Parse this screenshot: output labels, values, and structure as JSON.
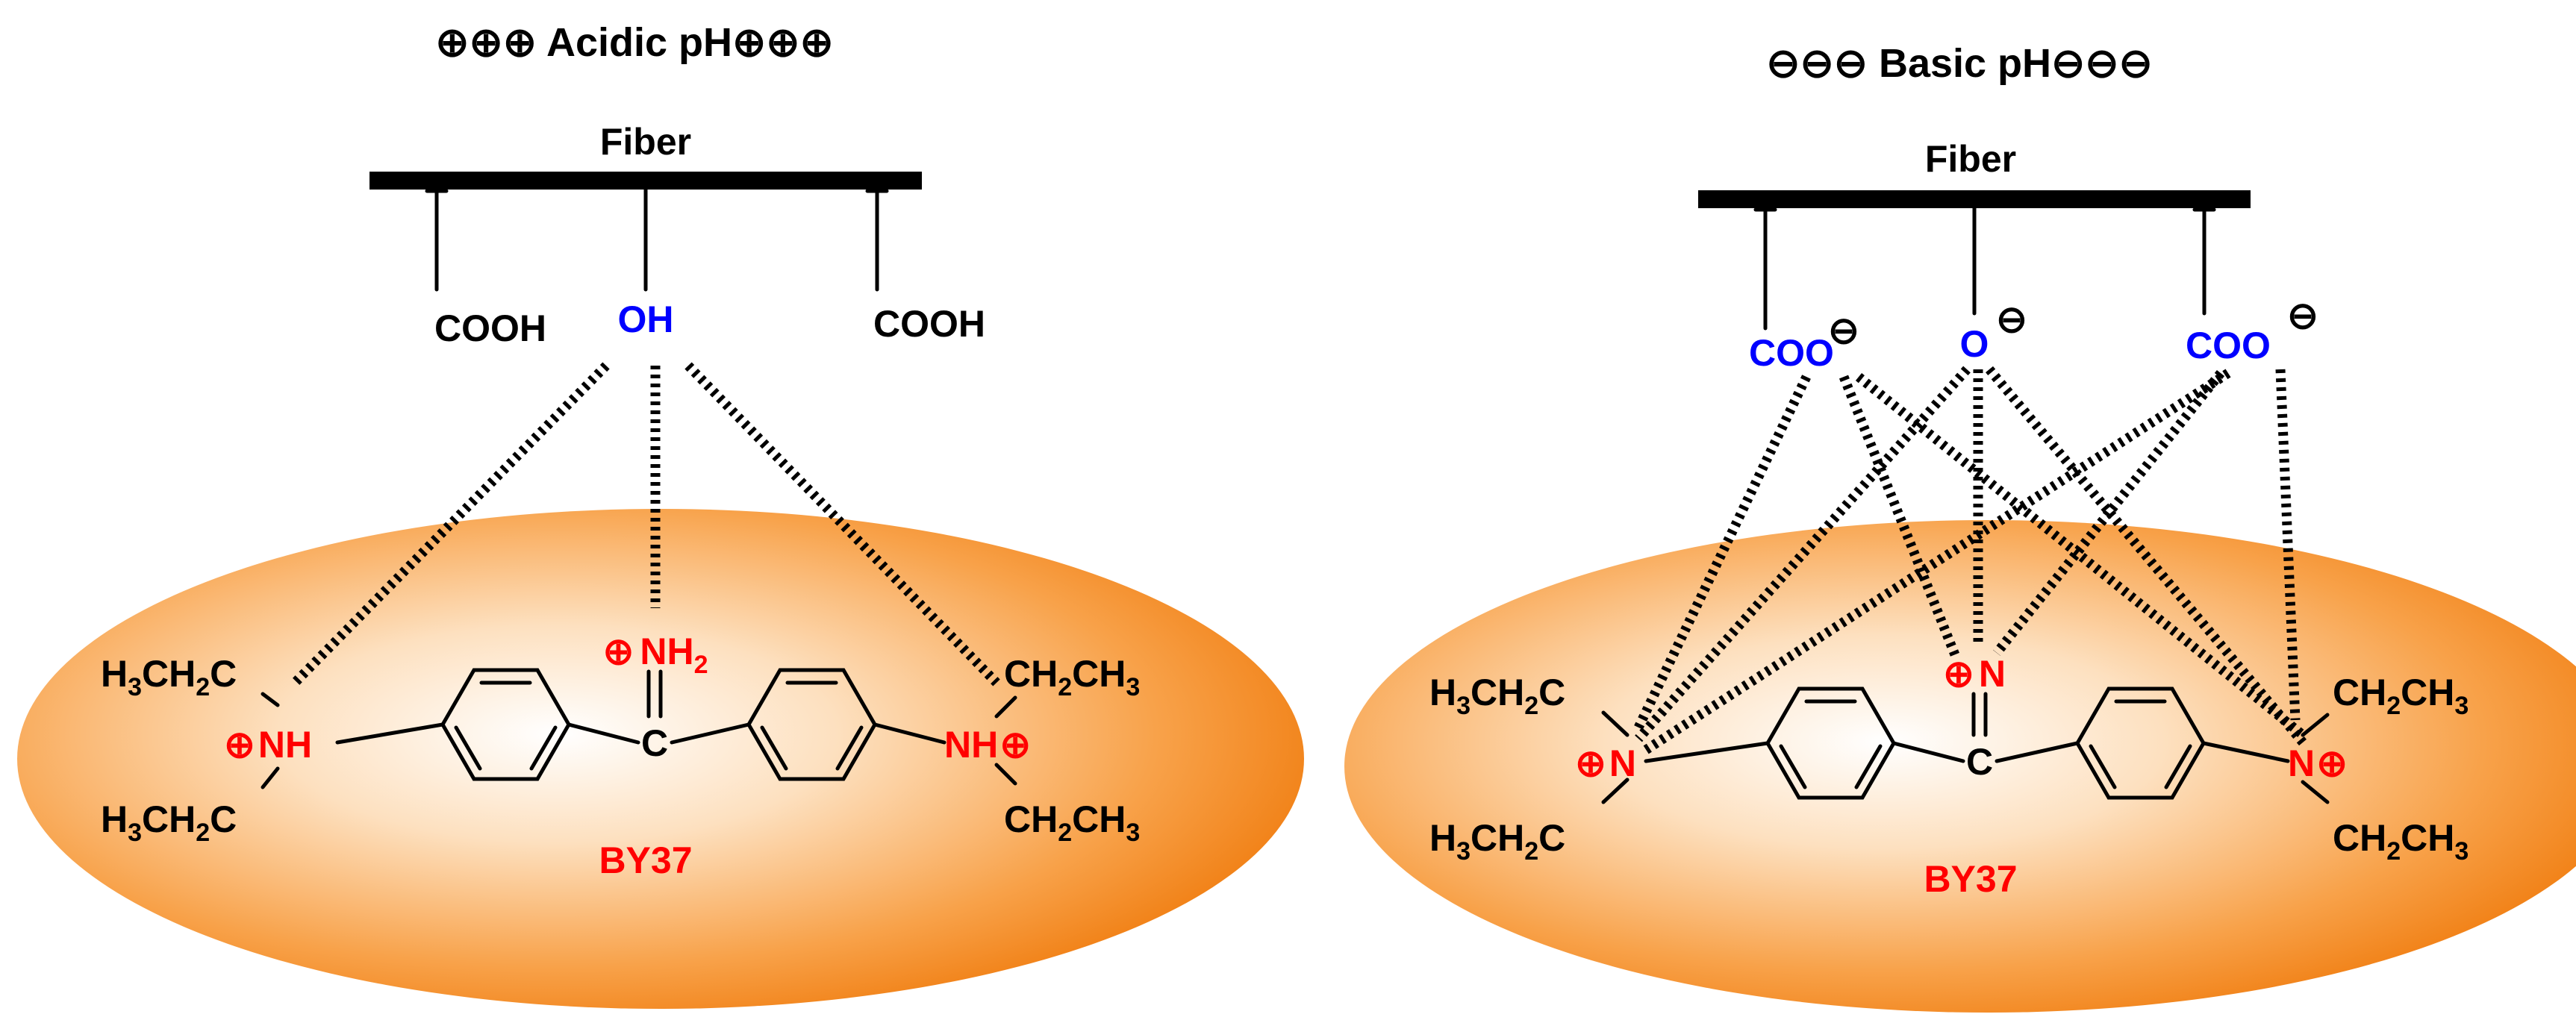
{
  "panels": [
    {
      "title": "⊕⊕⊕ Acidic pH⊕⊕⊕",
      "fiber": "Fiber",
      "groups": [
        "COOH",
        "OH",
        "COOH"
      ],
      "dye_label": "BY37",
      "left_top": "H3CH2C",
      "left_bottom": "H3CH2C",
      "right_top": "CH2CH3",
      "right_bottom": "CH2CH3",
      "left_n": "NH",
      "right_n": "NH",
      "center_n": "NH2",
      "carbon": "C",
      "charge": "⊕"
    },
    {
      "title": "⊖⊖⊖ Basic pH⊖⊖⊖",
      "fiber": "Fiber",
      "groups": [
        "COO",
        "O",
        "COO"
      ],
      "anion": "⊖",
      "dye_label": "BY37",
      "left_top": "H3CH2C",
      "left_bottom": "H3CH2C",
      "right_top": "CH2CH3",
      "right_bottom": "CH2CH3",
      "left_n": "N",
      "right_n": "N",
      "center_n": "N",
      "carbon": "C",
      "charge": "⊕"
    }
  ],
  "colors": {
    "cation": "#ff0000",
    "anion_group": "#0000ff",
    "ellipse": "#f7931e",
    "ink": "#000000"
  }
}
